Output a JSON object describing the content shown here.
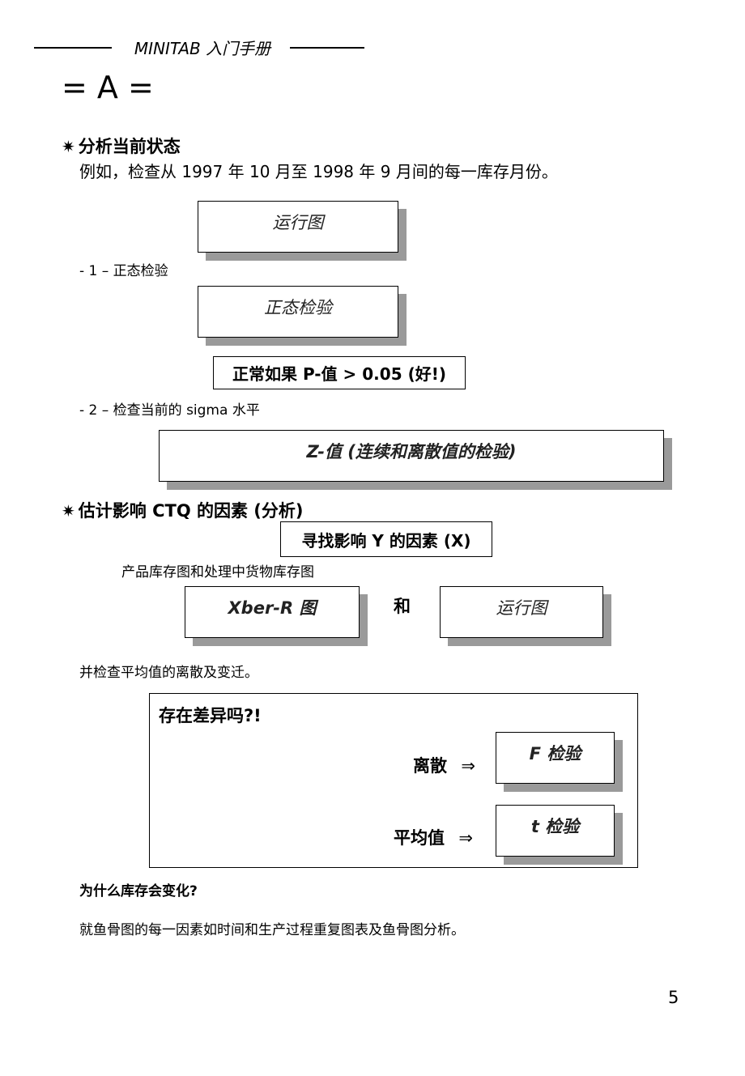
{
  "header": {
    "title": "MINITAB 入门手册"
  },
  "section_letter": "= A =",
  "section1": {
    "star": "✷",
    "heading": "分析当前状态",
    "intro": "例如，检查从 1997 年 10 月至 1998 年 9 月间的每一库存月份。",
    "run_chart": "运行图",
    "step1_label": "- 1 – 正态检验",
    "normality_test": "正态检验",
    "normal_condition": "正常如果 P-值 > 0.05  (好!)",
    "step2_label": "- 2 – 检查当前的 sigma 水平",
    "z_value": "Z-值 (连续和离散值的检验)"
  },
  "section2": {
    "star": "✷",
    "heading": "估计影响  CTQ 的因素 (分析)",
    "find_factors": "寻找影响 Y 的因素 (X)",
    "chart_desc": "产品库存图和处理中货物库存图",
    "xbar_chart": "Xber-R 图",
    "and": "和",
    "run_chart": "运行图",
    "check_text": "并检查平均值的离散及变迁。",
    "diff_box": {
      "title": "存在差异吗?!",
      "dispersion_label": "离散",
      "arrow": "⇒",
      "f_test": "F 检验",
      "mean_label": "平均值",
      "t_test": "t 检验"
    },
    "why_heading": "为什么库存会变化?",
    "fishbone_text": "就鱼骨图的每一因素如时间和生产过程重复图表及鱼骨图分析。"
  },
  "page_number": "5"
}
